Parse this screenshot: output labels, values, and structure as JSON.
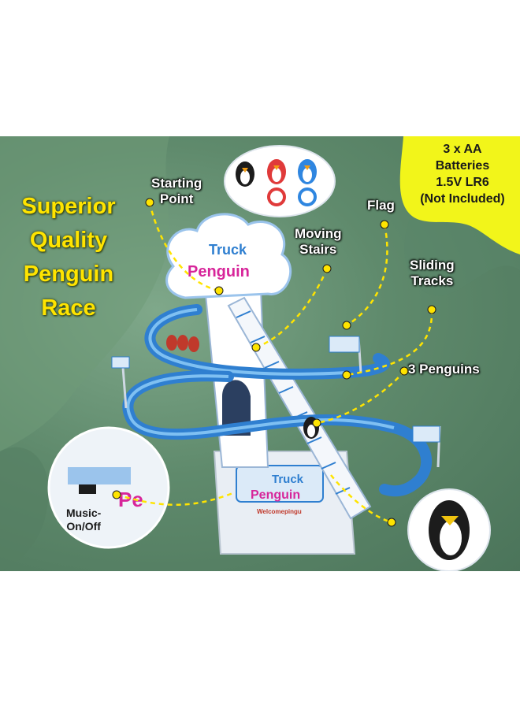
{
  "headline": "Superior\nQuality\nPenguin\nRace",
  "battery_note": "3 x AA\nBatteries\n1.5V LR6\n(Not Included)",
  "callouts": {
    "starting_point": "Starting\nPoint",
    "moving_stairs": "Moving\nStairs",
    "flag": "Flag",
    "sliding_tracks": "Sliding\nTracks",
    "three_penguins": "3 Penguins",
    "music_switch": "Music-\nOn/Off"
  },
  "product_signs": {
    "top_sign_line1": "Truck",
    "top_sign_line2": "Penguin",
    "base_sign_line1": "Truck",
    "base_sign_line2": "Penguin",
    "base_strip": "Welcomepingu"
  },
  "colors": {
    "headline": "#ffe400",
    "battery_badge": "#f2f51a",
    "track_blue": "#2f7fd0",
    "callout_line": "#ffe400"
  }
}
